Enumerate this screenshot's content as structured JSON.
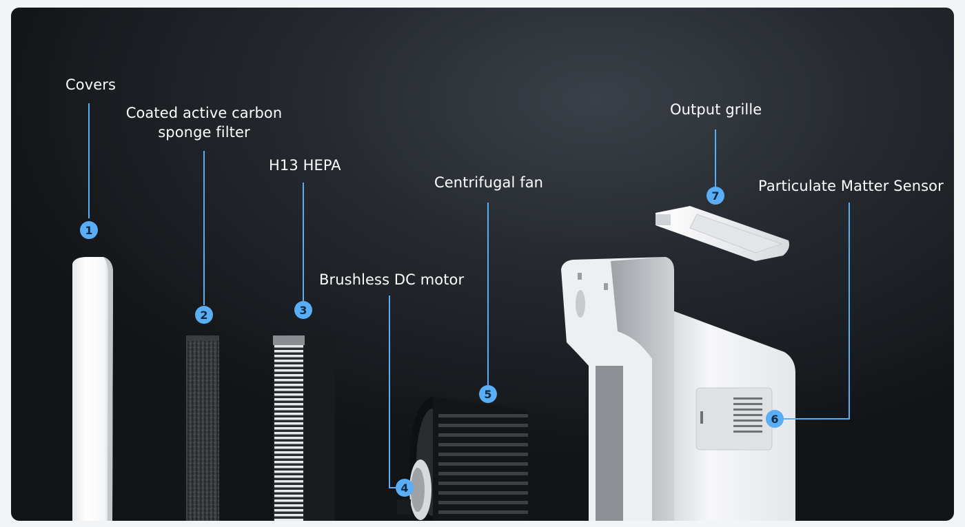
{
  "components": [
    {
      "number": "1",
      "label": "Covers"
    },
    {
      "number": "2",
      "label_line1": "Coated active carbon",
      "label_line2": "sponge filter"
    },
    {
      "number": "3",
      "label": "H13 HEPA"
    },
    {
      "number": "4",
      "label": "Brushless DC motor"
    },
    {
      "number": "5",
      "label": "Centrifugal fan"
    },
    {
      "number": "6",
      "label": "Particulate Matter Sensor"
    },
    {
      "number": "7",
      "label": "Output grille"
    }
  ],
  "colors": {
    "callout_line": "#5aaef5",
    "badge_fill": "#5aaef5",
    "badge_text": "#0e2a44",
    "label_text": "#ffffff"
  }
}
